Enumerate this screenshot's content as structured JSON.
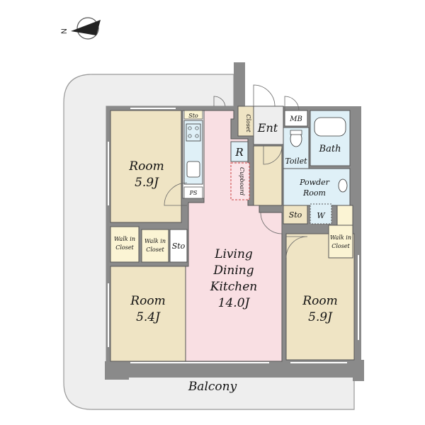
{
  "compass": {
    "north_label": "N"
  },
  "rooms": {
    "room_nw": {
      "name": "Room",
      "size": "5.9J"
    },
    "room_sw": {
      "name": "Room",
      "size": "5.4J"
    },
    "room_e": {
      "name": "Room",
      "size": "5.9J"
    },
    "ldk": {
      "line1": "Living",
      "line2": "Dining",
      "line3": "Kitchen",
      "size": "14.0J"
    }
  },
  "labels": {
    "balcony": "Balcony",
    "entrance": "Ent",
    "bath": "Bath",
    "toilet": "Toilet",
    "powder_room_line1": "Powder",
    "powder_room_line2": "Room",
    "mb": "MB",
    "closet": "Closet",
    "cupboard": "Cupboard",
    "refrigerator": "R",
    "storage_top": "Sto",
    "storage_mid": "Sto",
    "storage_powder": "Sto",
    "ps": "PS",
    "washer": "W",
    "walk_in_closet_1_line1": "Walk in",
    "walk_in_closet_1_line2": "Closet",
    "walk_in_closet_2_line1": "Walk in",
    "walk_in_closet_2_line2": "Closet",
    "walk_in_closet_3_line1": "Walk in",
    "walk_in_closet_3_line2": "Closet"
  },
  "colors": {
    "room": "#efe4c4",
    "ldk": "#f9dfe3",
    "wet": "#dff0f7",
    "wall": "#8a8a8a",
    "balcony": "#eeeeee",
    "outline": "#555555"
  }
}
